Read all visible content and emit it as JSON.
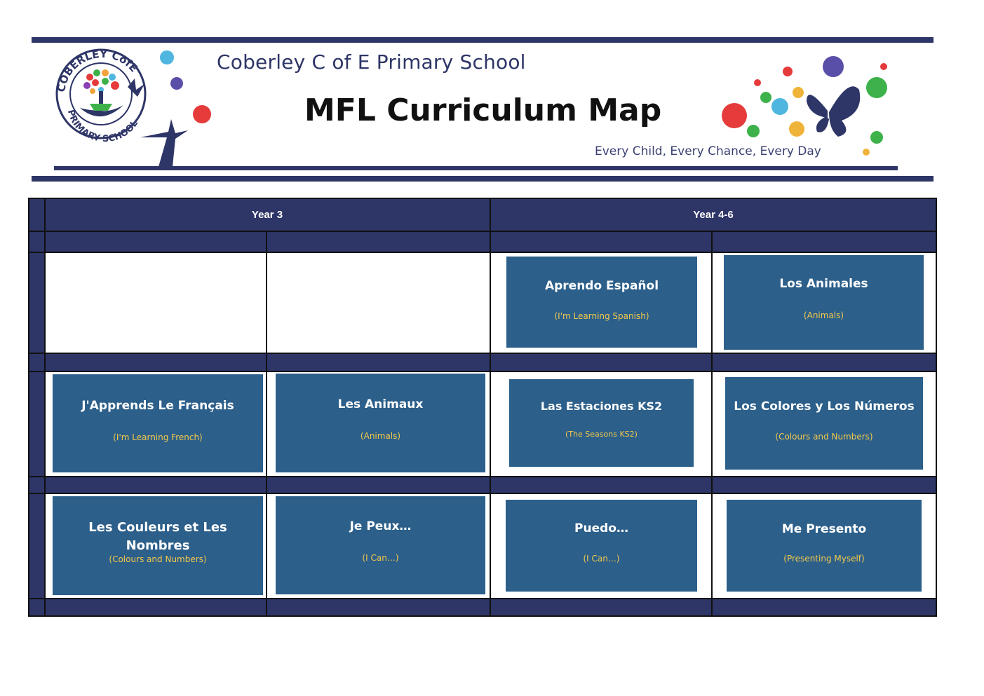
{
  "header": {
    "school_name": "Coberley C of E Primary School",
    "title": "MFL Curriculum Map",
    "motto": "Every Child, Every Chance, Every Day",
    "logo_text_top": "COBERLEY CofE",
    "logo_text_bottom": "PRIMARY SCHOOL",
    "logo_icon": "school-crest-icon",
    "decor_icon": "butterfly-icon"
  },
  "columns": {
    "year3": "Year 3",
    "year46": "Year 4-6"
  },
  "cards": [
    {
      "title": "Aprendo Español",
      "subtitle": "(I'm Learning Spanish)"
    },
    {
      "title": "Los Animales",
      "subtitle": "(Animals)"
    },
    {
      "title": "J'Apprends Le Français",
      "subtitle": "(I'm Learning French)"
    },
    {
      "title": "Les Animaux",
      "subtitle": "(Animals)"
    },
    {
      "title": "Las Estaciones KS2",
      "subtitle": "(The Seasons KS2)"
    },
    {
      "title": "Los Colores y Los Números",
      "subtitle": "(Colours and Numbers)"
    },
    {
      "title": "Les Couleurs et Les Nombres",
      "subtitle": "(Colours and Numbers)"
    },
    {
      "title": "Je Peux…",
      "subtitle": "(I Can…)"
    },
    {
      "title": "Puedo…",
      "subtitle": "(I Can…)"
    },
    {
      "title": "Me Presento",
      "subtitle": "(Presenting Myself)"
    }
  ],
  "colors": {
    "navy": "#2e3567",
    "card_blue": "#2c5f8a",
    "subtitle_gold": "#f3c94a"
  }
}
